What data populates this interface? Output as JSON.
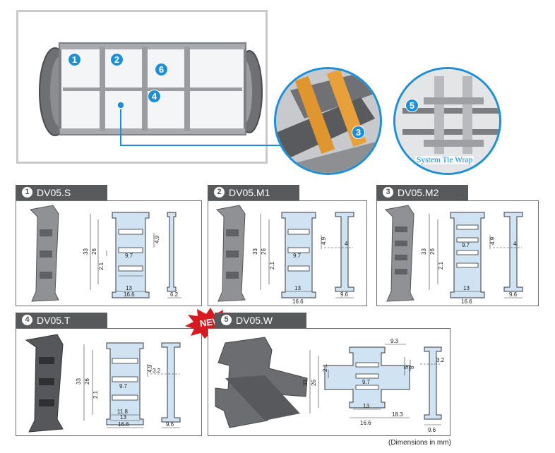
{
  "top": {
    "frame_badges": [
      "1",
      "2",
      "6",
      "4"
    ],
    "zoom1_badge": "3",
    "zoom2_badge": "5",
    "zoom2_caption": "System Tie Wrap"
  },
  "panels": [
    {
      "num": "1",
      "title": "DV05.S",
      "dims": {
        "h_outer": "33",
        "h_inner": "26",
        "small": "2.1",
        "mid": "9.7",
        "right": "4.9",
        "w_inner": "13",
        "w_outer": "16.6",
        "side_w": "6.2"
      }
    },
    {
      "num": "2",
      "title": "DV05.M1",
      "dims": {
        "h_outer": "33",
        "h_inner": "26",
        "small": "2.1",
        "mid": "9.7",
        "right": "4.9",
        "gap": "4",
        "w_inner": "13",
        "w_outer": "16.6",
        "side_w": "9.6"
      }
    },
    {
      "num": "3",
      "title": "DV05.M2",
      "dims": {
        "h_outer": "33",
        "h_inner": "26",
        "small": "2.1",
        "mid": "9.7",
        "right": "4.9",
        "gap": "4",
        "w_inner": "13",
        "w_outer": "16.6",
        "side_w": "9.6"
      }
    },
    {
      "num": "4",
      "title": "DV05.T",
      "dims": {
        "h_outer": "33",
        "h_inner": "26",
        "small": "2.1",
        "mid": "9.7",
        "right": "4.9",
        "gap": "3.2",
        "w_small": "11.8",
        "w_inner": "13",
        "w_outer": "16.6",
        "side_w": "9.6"
      }
    },
    {
      "num": "5",
      "title": "DV05.W",
      "dims": {
        "top": "9.3",
        "h_outer": "33",
        "h_inner": "26",
        "small": "2.1",
        "mid": "9.7",
        "r1": "5",
        "r2": "8",
        "gap": "3.2",
        "w_inner": "13",
        "w_outer": "16.6",
        "w_side": "18.3",
        "side_w": "9.6"
      }
    }
  ],
  "new_label": "NEW",
  "footnote": "(Dimensions in mm)"
}
